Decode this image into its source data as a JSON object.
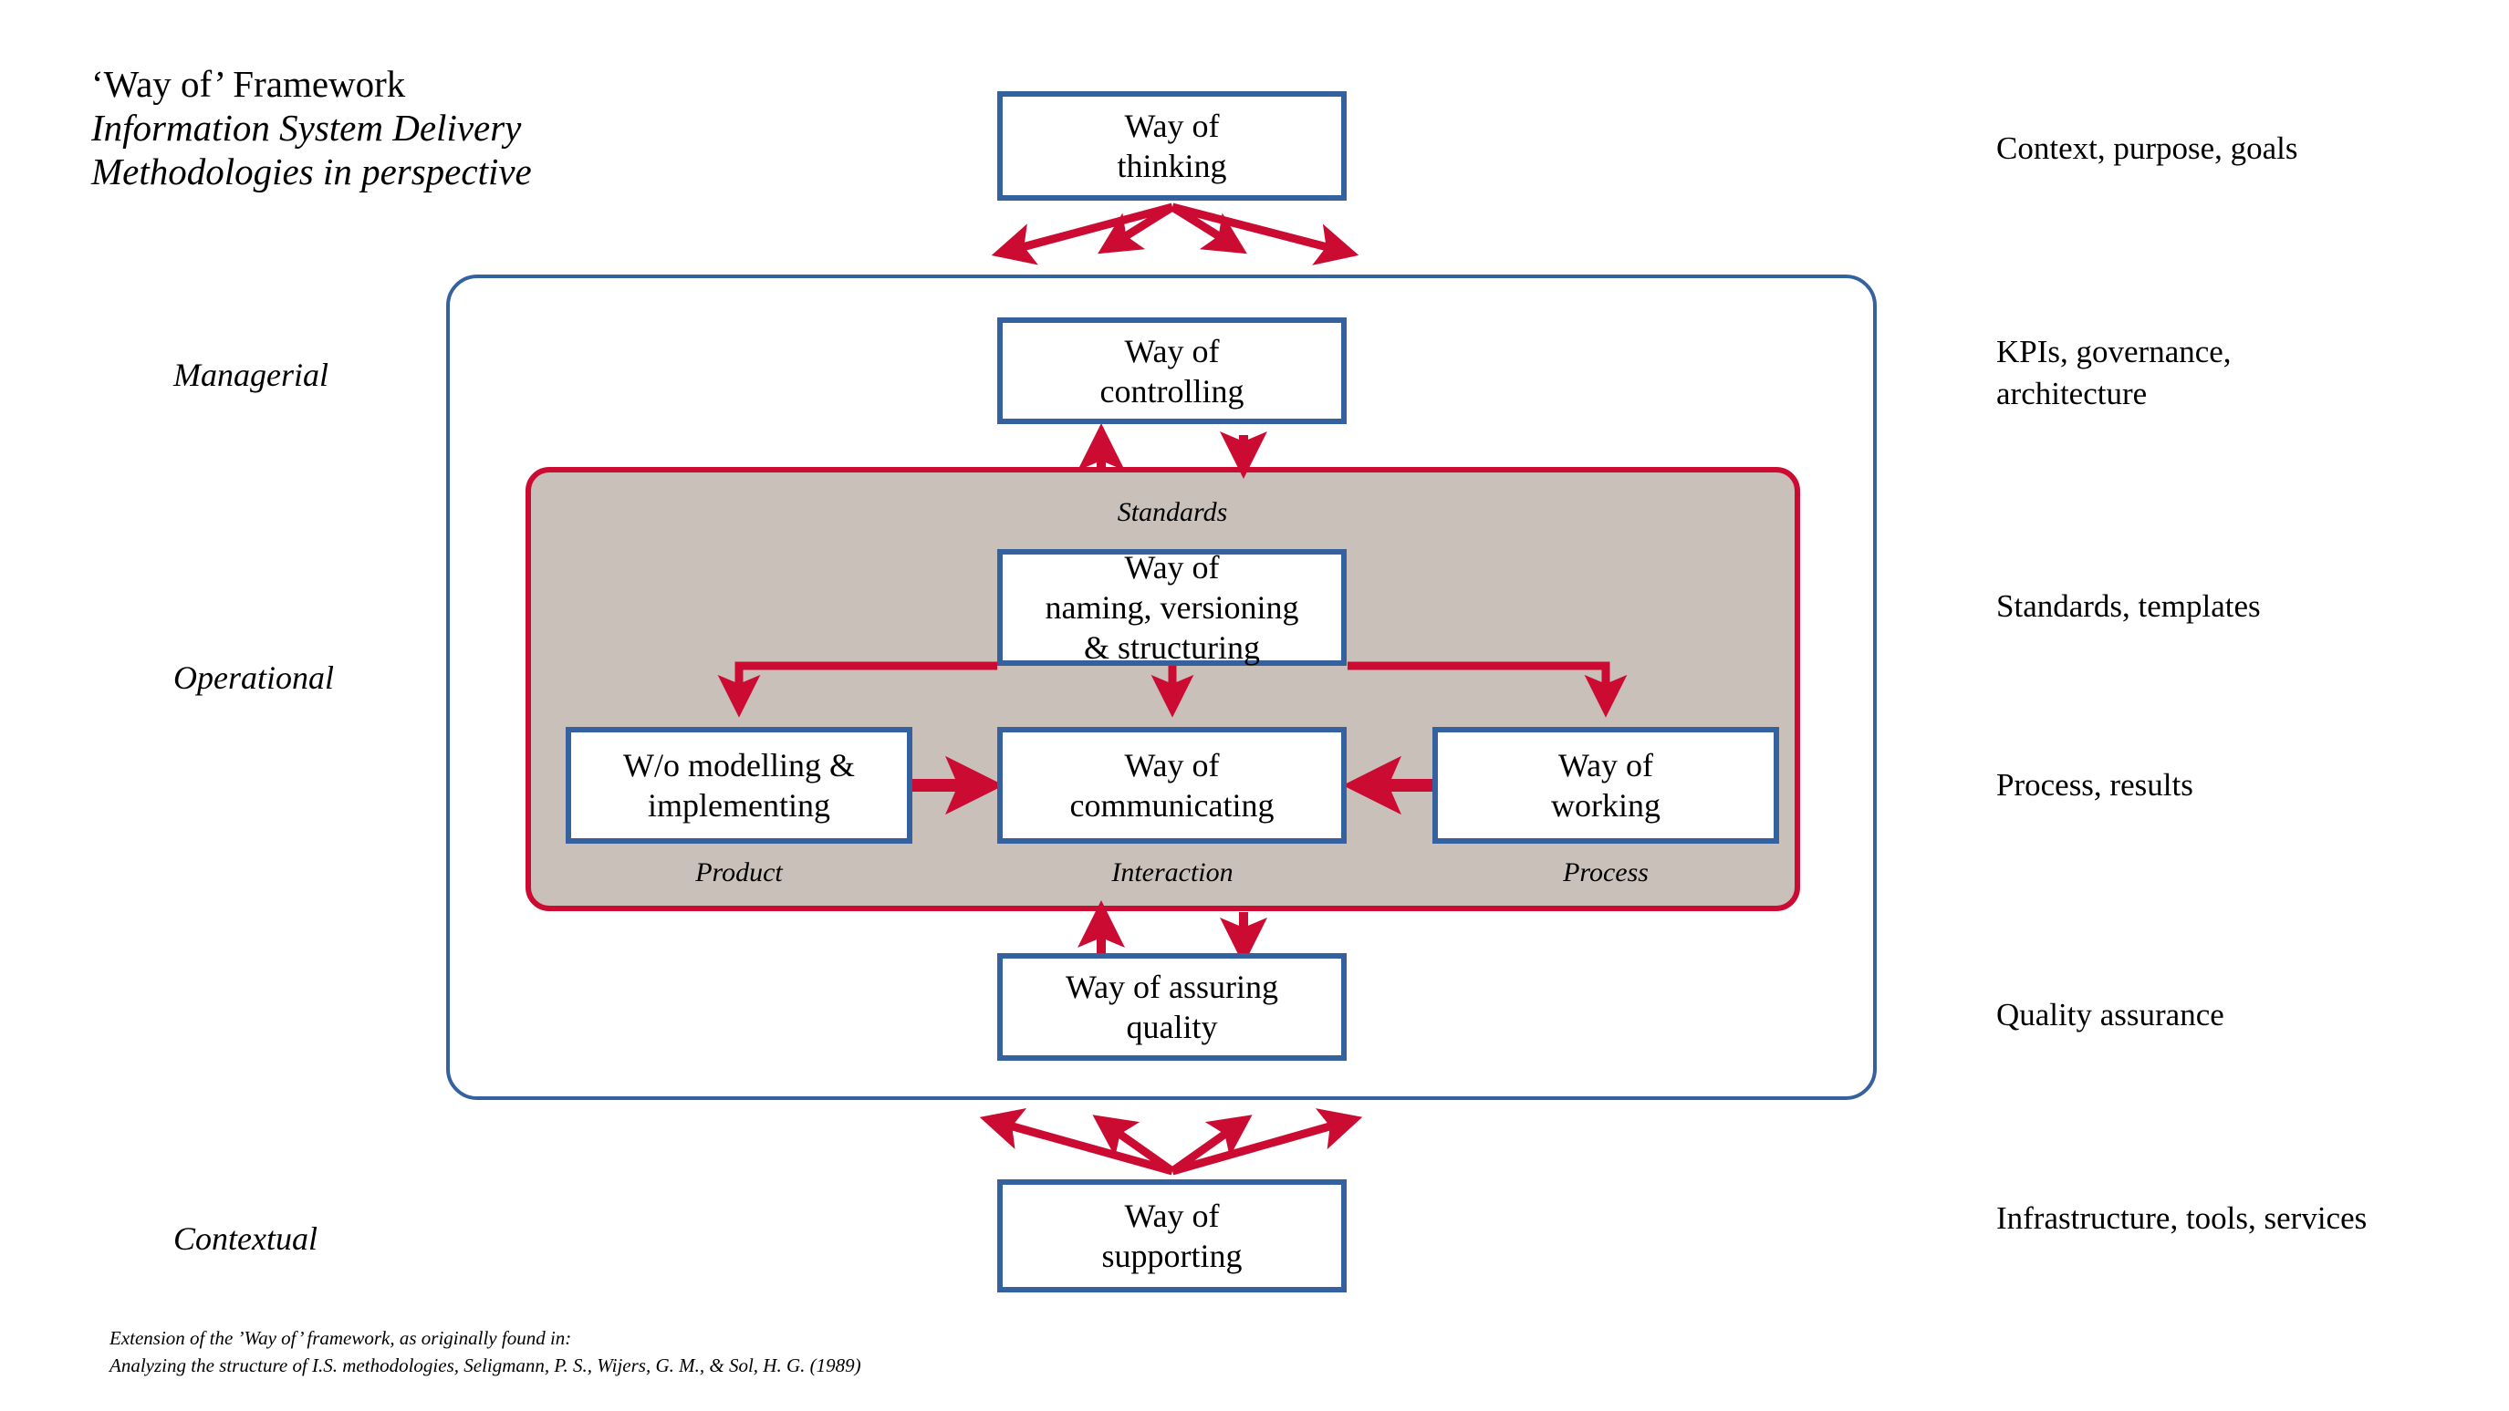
{
  "title": {
    "line1": "‘Way of’ Framework",
    "line2": "Information System Delivery",
    "line3": "Methodologies in perspective"
  },
  "tier_labels": [
    {
      "id": "managerial",
      "text": "Managerial"
    },
    {
      "id": "operational",
      "text": "Operational"
    },
    {
      "id": "contextual",
      "text": "Contextual"
    }
  ],
  "nodes": {
    "thinking": {
      "line1": "Way of",
      "line2": "thinking"
    },
    "controlling": {
      "line1": "Way of",
      "line2": "controlling"
    },
    "naming": {
      "line1": "Way of",
      "line2": "naming, versioning",
      "line3": "& structuring"
    },
    "modelling": {
      "line1": "W/o modelling &",
      "line2": "implementing"
    },
    "communicating": {
      "line1": "Way of",
      "line2": "communicating"
    },
    "working": {
      "line1": "Way of",
      "line2": "working"
    },
    "assuring": {
      "line1": "Way of assuring",
      "line2": "quality"
    },
    "supporting": {
      "line1": "Way of",
      "line2": "supporting"
    }
  },
  "panel_captions": {
    "standards": "Standards",
    "product": "Product",
    "interaction": "Interaction",
    "process": "Process"
  },
  "right_notes": [
    {
      "id": "thinking",
      "text": "Context, purpose, goals"
    },
    {
      "id": "controlling",
      "text": "KPIs, governance, architecture"
    },
    {
      "id": "naming",
      "text": "Standards, templates"
    },
    {
      "id": "process",
      "text": "Process, results"
    },
    {
      "id": "assuring",
      "text": "Quality assurance"
    },
    {
      "id": "supporting",
      "text": "Infrastructure, tools, services"
    }
  ],
  "footnote": {
    "line1": "Extension of the ’Way of’ framework, as originally found in:",
    "line2": "Analyzing the structure of I.S. methodologies, Seligmann, P. S., Wijers, G. M., & Sol, H. G. (1989)"
  },
  "colors": {
    "box_border_blue": "#35619E",
    "arrow_red": "#CC0B33",
    "panel_fill_gray": "#C9C0BA",
    "background": "#FFFFFF",
    "text": "#000000"
  }
}
